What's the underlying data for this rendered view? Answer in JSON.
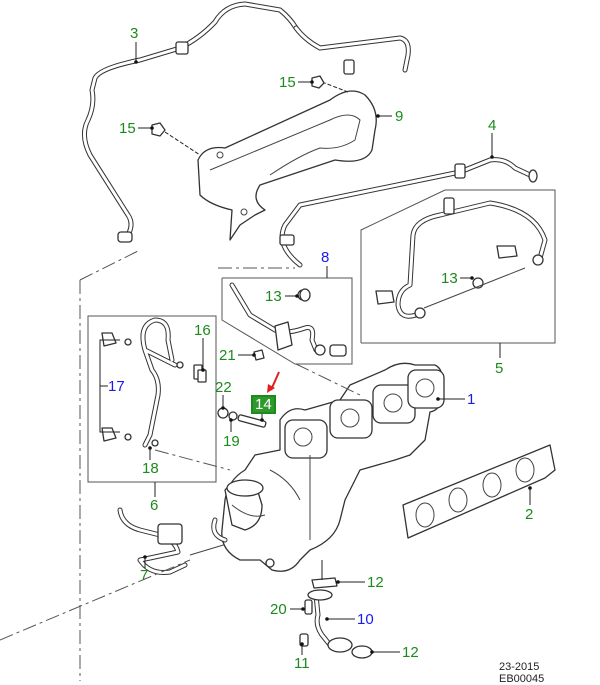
{
  "diagram": {
    "title": "Turbocharger and exhaust manifold assembly",
    "colors": {
      "part_number_green": "#1c8a1c",
      "part_number_blue": "#1a1aee",
      "highlight_box": "#2e9a2e",
      "pointer_arrow": "#e02020"
    },
    "callouts": [
      {
        "id": "c3",
        "label": "3",
        "color": "green"
      },
      {
        "id": "c15a",
        "label": "15",
        "color": "green"
      },
      {
        "id": "c15b",
        "label": "15",
        "color": "green"
      },
      {
        "id": "c9",
        "label": "9",
        "color": "green"
      },
      {
        "id": "c4",
        "label": "4",
        "color": "green"
      },
      {
        "id": "c8",
        "label": "8",
        "color": "blue"
      },
      {
        "id": "c13a",
        "label": "13",
        "color": "green"
      },
      {
        "id": "c13b",
        "label": "13",
        "color": "green"
      },
      {
        "id": "c5",
        "label": "5",
        "color": "green"
      },
      {
        "id": "c16",
        "label": "16",
        "color": "green"
      },
      {
        "id": "c21",
        "label": "21",
        "color": "green"
      },
      {
        "id": "c17",
        "label": "17",
        "color": "blue"
      },
      {
        "id": "c22",
        "label": "22",
        "color": "green"
      },
      {
        "id": "c14",
        "label": "14",
        "color": "highlight"
      },
      {
        "id": "c19",
        "label": "19",
        "color": "green"
      },
      {
        "id": "c1",
        "label": "1",
        "color": "blue"
      },
      {
        "id": "c18",
        "label": "18",
        "color": "green"
      },
      {
        "id": "c6",
        "label": "6",
        "color": "green"
      },
      {
        "id": "c2",
        "label": "2",
        "color": "green"
      },
      {
        "id": "c7",
        "label": "7",
        "color": "green"
      },
      {
        "id": "c12a",
        "label": "12",
        "color": "green"
      },
      {
        "id": "c20",
        "label": "20",
        "color": "green"
      },
      {
        "id": "c10",
        "label": "10",
        "color": "blue"
      },
      {
        "id": "c11",
        "label": "11",
        "color": "green"
      },
      {
        "id": "c12b",
        "label": "12",
        "color": "green"
      }
    ],
    "footer": {
      "section": "23-2015",
      "figure_id": "EB00045"
    }
  }
}
